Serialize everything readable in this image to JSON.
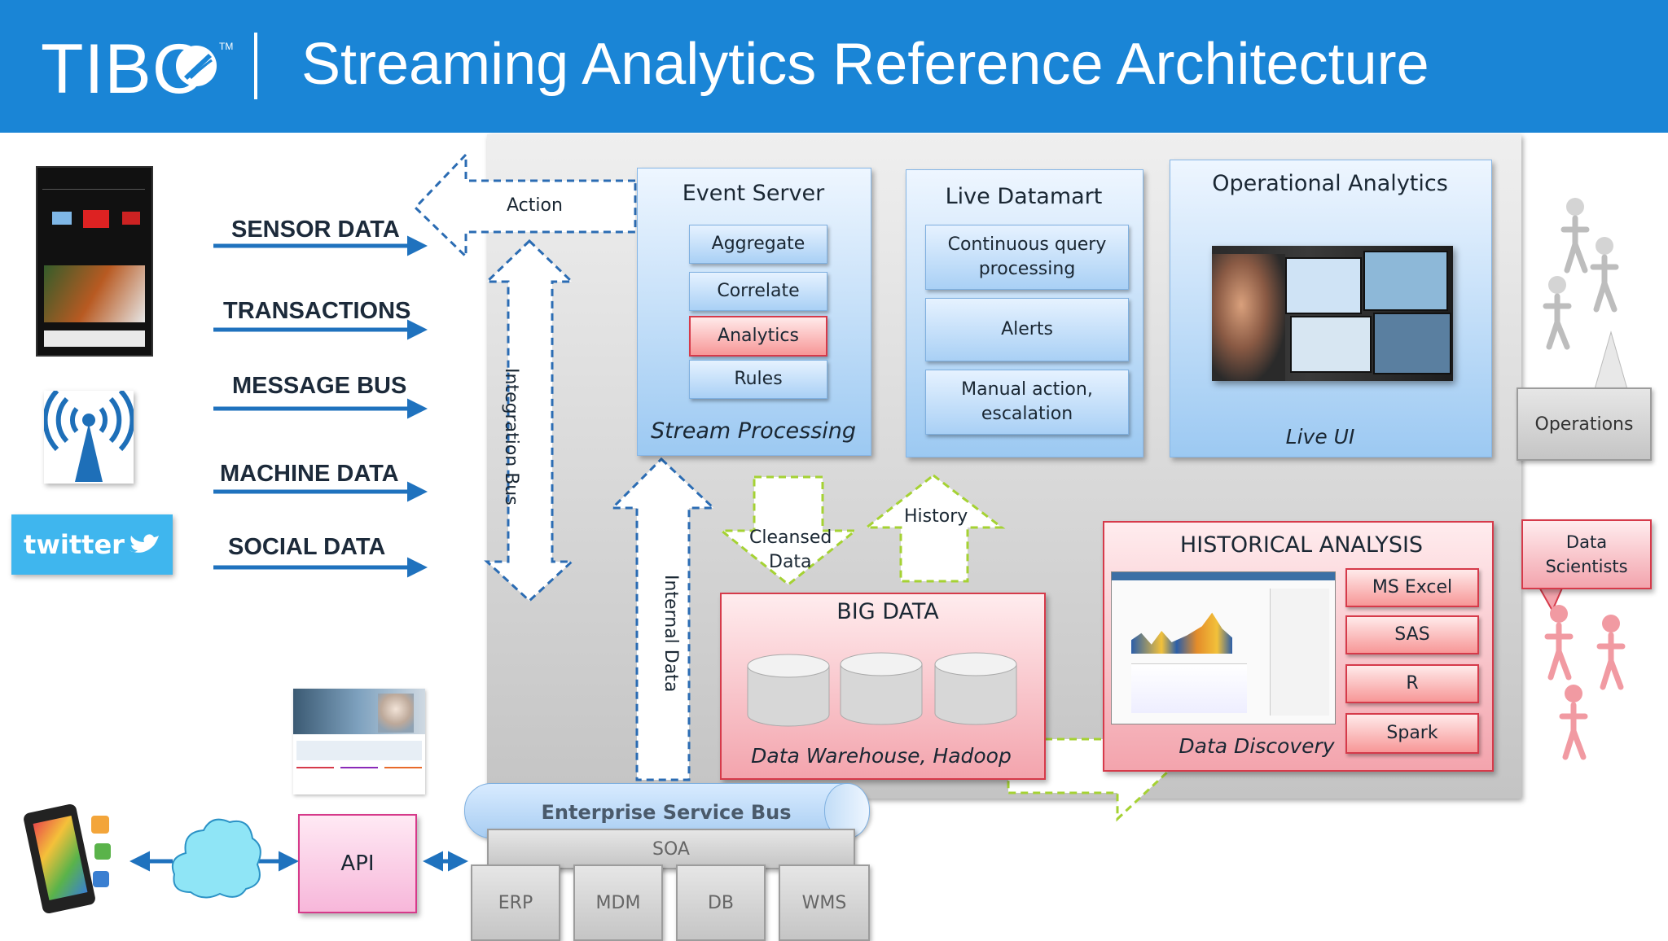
{
  "header": {
    "logo": "TIBC",
    "logo_tm": "TM",
    "title": "Streaming Analytics Reference Architecture",
    "background_color": "#1a85d6"
  },
  "sources": [
    {
      "label": "SENSOR DATA",
      "icon": "phone-app-icon"
    },
    {
      "label": "TRANSACTIONS",
      "icon": "none"
    },
    {
      "label": "MESSAGE BUS",
      "icon": "broadcast-antenna-icon"
    },
    {
      "label": "MACHINE DATA",
      "icon": "none"
    },
    {
      "label": "SOCIAL DATA",
      "icon": "twitter-logo"
    }
  ],
  "twitter_logo_text": "twitter",
  "arrows": {
    "action": "Action",
    "integration_bus": "Integration Bus",
    "internal_data": "Internal Data",
    "cleansed_data_line1": "Cleansed",
    "cleansed_data_line2": "Data",
    "history": "History"
  },
  "event_server": {
    "title": "Event Server",
    "items": [
      "Aggregate",
      "Correlate",
      "Analytics",
      "Rules"
    ],
    "highlighted": "Analytics",
    "footer": "Stream Processing"
  },
  "live_datamart": {
    "title": "Live Datamart",
    "items": [
      {
        "line1": "Continuous query",
        "line2": "processing"
      },
      {
        "line1": "Alerts",
        "line2": ""
      },
      {
        "line1": "Manual action,",
        "line2": "escalation"
      }
    ]
  },
  "operational_analytics": {
    "title": "Operational Analytics",
    "footer": "Live UI",
    "image": "trader-at-monitors-photo"
  },
  "operations": {
    "label": "Operations",
    "icon": "people-icon"
  },
  "historical_analysis": {
    "title": "HISTORICAL ANALYSIS",
    "tools": [
      "MS Excel",
      "SAS",
      "R",
      "Spark"
    ],
    "footer": "Data Discovery",
    "image": "analytics-dashboard-screenshot"
  },
  "data_scientists": {
    "line1": "Data",
    "line2": "Scientists",
    "icon": "people-icon"
  },
  "big_data": {
    "title": "BIG DATA",
    "footer": "Data Warehouse, Hadoop",
    "icon": "database-cylinder-icon"
  },
  "bus": {
    "esb": "Enterprise Service Bus",
    "soa": "SOA",
    "systems": [
      "ERP",
      "MDM",
      "DB",
      "WMS"
    ]
  },
  "api": {
    "label": "API",
    "icons": [
      "smartphone-icon",
      "cloud-icon",
      "web-portal-screenshot"
    ]
  }
}
